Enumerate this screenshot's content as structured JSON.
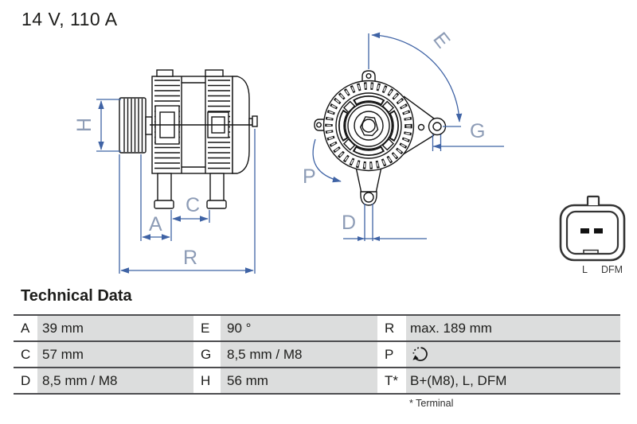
{
  "title": "14 V, 110 A",
  "diagram": {
    "side_view": {
      "name": "alternator side view drawing",
      "labels": {
        "H": "H",
        "A": "A",
        "C": "C",
        "R": "R"
      }
    },
    "front_view": {
      "name": "alternator front view drawing",
      "labels": {
        "E": "E",
        "G": "G",
        "P": "P",
        "D": "D"
      }
    },
    "connector": {
      "name": "plug connector drawing",
      "pin_left": "L",
      "pin_right": "DFM"
    },
    "colors": {
      "dimension_line": "#3f63a5",
      "dimension_label": "#8d9cb6",
      "line_art": "#141414"
    }
  },
  "technical_data": {
    "heading": "Technical Data",
    "rows": [
      [
        {
          "key": "A",
          "value": "39 mm"
        },
        {
          "key": "E",
          "value": "90 °"
        },
        {
          "key": "R",
          "value": "max. 189 mm"
        }
      ],
      [
        {
          "key": "C",
          "value": "57 mm"
        },
        {
          "key": "G",
          "value": "8,5 mm / M8"
        },
        {
          "key": "P",
          "value": "",
          "icon": "rotation-direction-icon"
        }
      ],
      [
        {
          "key": "D",
          "value": "8,5 mm / M8"
        },
        {
          "key": "H",
          "value": "56 mm"
        },
        {
          "key": "T*",
          "value": "B+(M8), L, DFM"
        }
      ]
    ],
    "footnote": "* Terminal",
    "colors": {
      "value_cell_bg": "#dcdddd",
      "row_line": "#4d4d50"
    }
  }
}
